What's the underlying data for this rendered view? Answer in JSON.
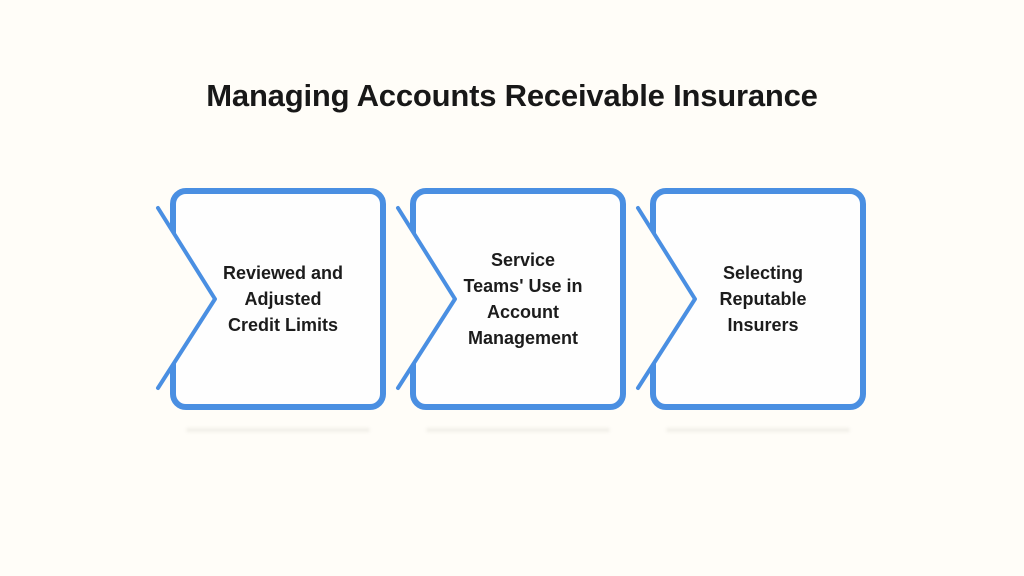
{
  "page": {
    "background_color": "#fffdf8",
    "accent_color": "#4a8fe2",
    "text_color": "#1b1b1b"
  },
  "title": "Managing Accounts Receivable Insurance",
  "steps": [
    {
      "label": "Reviewed and\nAdjusted\nCredit Limits"
    },
    {
      "label": "Service\nTeams' Use in\nAccount\nManagement"
    },
    {
      "label": "Selecting\nReputable\nInsurers"
    }
  ]
}
